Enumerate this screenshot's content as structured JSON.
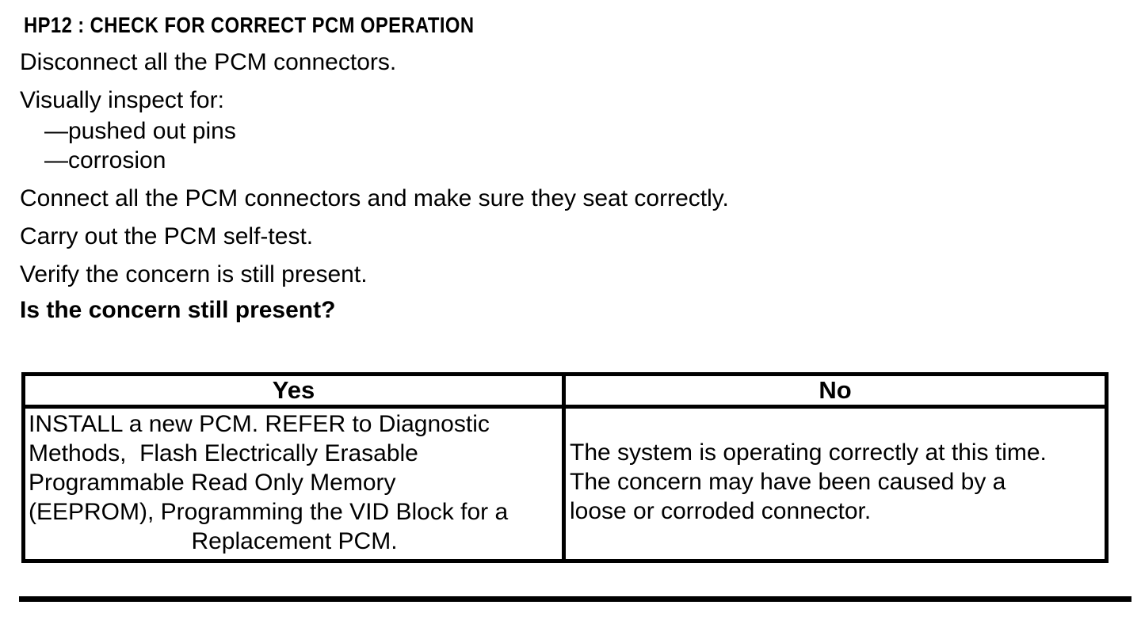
{
  "page": {
    "heading": "HP12 : CHECK FOR CORRECT PCM OPERATION",
    "instructions": [
      "Disconnect all the PCM connectors.",
      "Visually inspect for:",
      "—pushed out pins",
      "—corrosion",
      "Connect all the PCM connectors and make sure they seat correctly.",
      "Carry out the PCM self-test.",
      "Verify the concern is still present.",
      "Is the concern still present?"
    ],
    "decision_table": {
      "headers": [
        "Yes",
        "No"
      ],
      "yes_action_lines": [
        "INSTALL a new PCM. REFER to Diagnostic",
        "Methods,  Flash Electrically Erasable",
        "Programmable Read Only Memory",
        "(EEPROM), Programming the VID Block for a",
        "Replacement PCM."
      ],
      "no_action_lines": [
        "The system is operating correctly at this time.",
        "The concern may have been caused by a",
        "loose or corroded connector."
      ]
    },
    "colors": {
      "text": "#000000",
      "background": "#ffffff",
      "border": "#000000"
    }
  }
}
